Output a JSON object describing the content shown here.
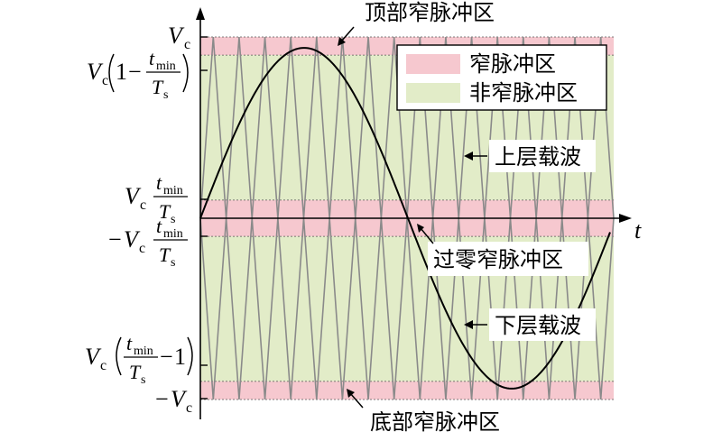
{
  "labels": {
    "top_zone": "顶部窄脉冲区",
    "bottom_zone": "底部窄脉冲区",
    "zero_zone": "过零窄脉冲区",
    "upper_carrier": "上层载波",
    "lower_carrier": "下层载波",
    "t_axis": "t"
  },
  "legend": {
    "items": [
      {
        "label": "窄脉冲区",
        "color": "#f6c8cf"
      },
      {
        "label": "非窄脉冲区",
        "color": "#e2ecc8"
      }
    ]
  },
  "y_labels": {
    "vc": {
      "V": "V",
      "sub": "c"
    },
    "neg_vc": {
      "minus": "−",
      "V": "V",
      "sub": "c"
    },
    "one": "1",
    "minus": "−",
    "frac_num_t": "t",
    "frac_num_sub": "min",
    "frac_den_T": "T",
    "frac_den_sub": "s"
  },
  "colors": {
    "narrow": "#f6c8cf",
    "nonnarrow": "#e2ecc8",
    "carrier": "#8a8a8a",
    "sine": "#000000",
    "axis": "#000000"
  },
  "levels": {
    "vc": 1.0,
    "tmin_ratio": 0.1
  },
  "carrier": {
    "teeth_per_layer": 16
  }
}
